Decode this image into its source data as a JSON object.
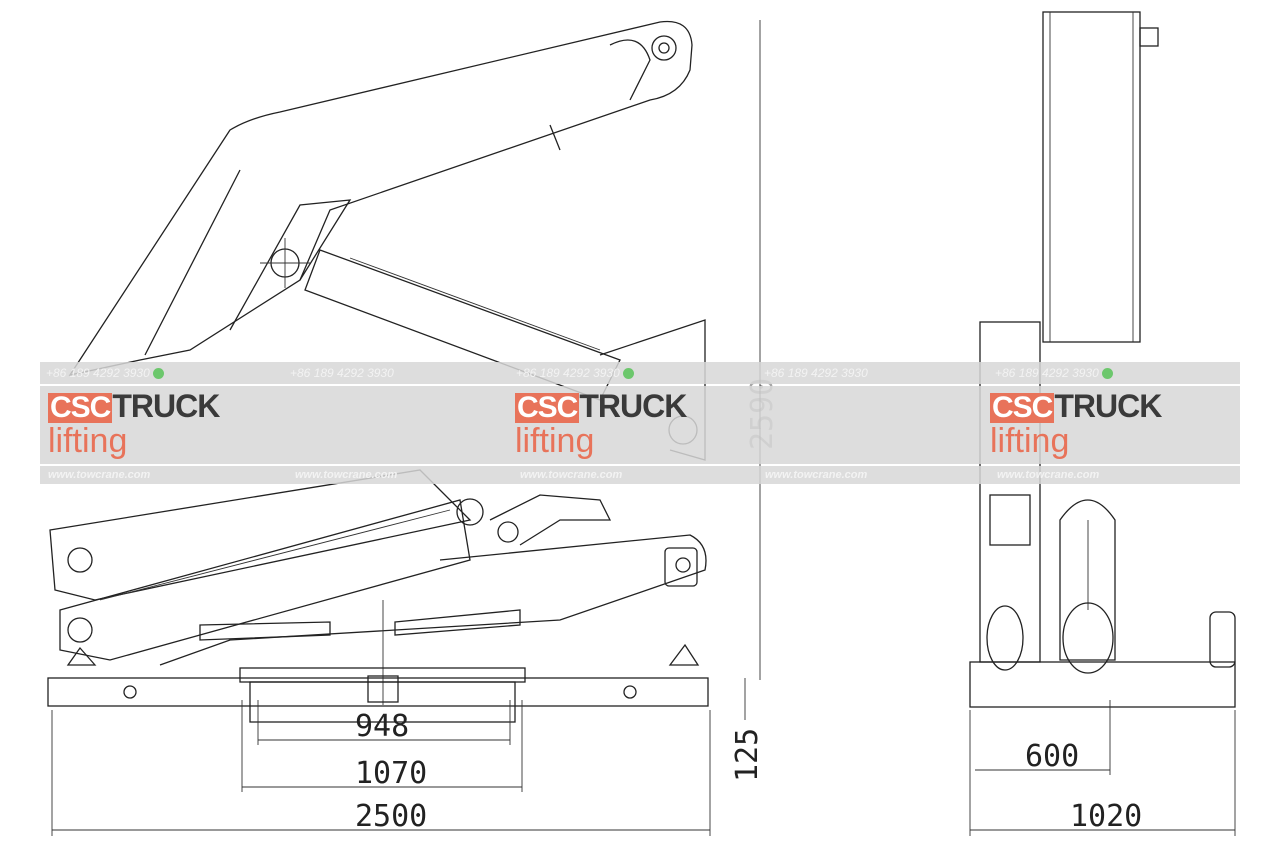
{
  "dimensions": {
    "side_view": {
      "d948": "948",
      "d1070": "1070",
      "d2500": "2500",
      "d125": "125",
      "d2590": "2590"
    },
    "end_view": {
      "d600": "600",
      "d1020": "1020"
    }
  },
  "watermark": {
    "phone": "+86 189 4292 3930",
    "brand_a": "CSC",
    "brand_b": "TRUCK",
    "brand_sub": "lifting",
    "website": "www.towcrane.com",
    "accent": "#e8735a"
  }
}
